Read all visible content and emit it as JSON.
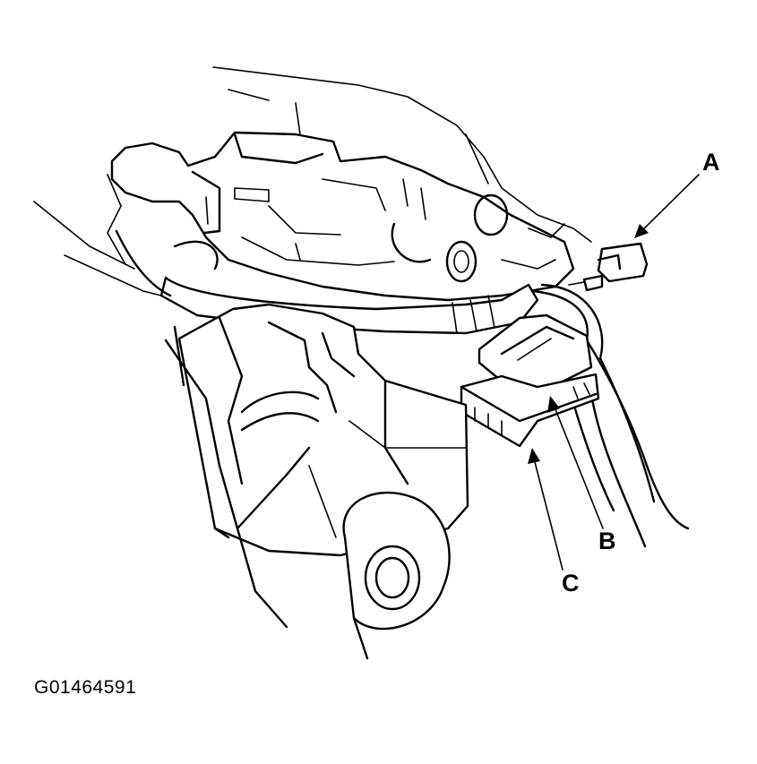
{
  "callouts": {
    "a": "A",
    "b": "B",
    "c": "C"
  },
  "figure_id": "G01464591",
  "colors": {
    "ink": "#000000",
    "paper": "#ffffff"
  }
}
